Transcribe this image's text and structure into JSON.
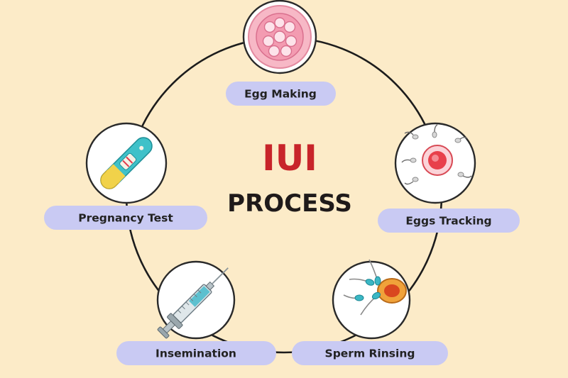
{
  "title": {
    "line1": "IUI",
    "line2": "PROCESS"
  },
  "steps": [
    {
      "label": "Egg Making",
      "icon": "egg-cluster-icon"
    },
    {
      "label": "Eggs Tracking",
      "icon": "egg-with-sperm-icon"
    },
    {
      "label": "Sperm Rinsing",
      "icon": "sperm-entering-egg-icon"
    },
    {
      "label": "Insemination",
      "icon": "syringe-icon"
    },
    {
      "label": "Pregnancy Test",
      "icon": "pregnancy-test-icon"
    }
  ],
  "colors": {
    "background": "#fcebc8",
    "title_accent": "#c8242a",
    "title_dark": "#1f1a1a",
    "pill": "#c9caf3",
    "ring": "#1c1c1c"
  }
}
